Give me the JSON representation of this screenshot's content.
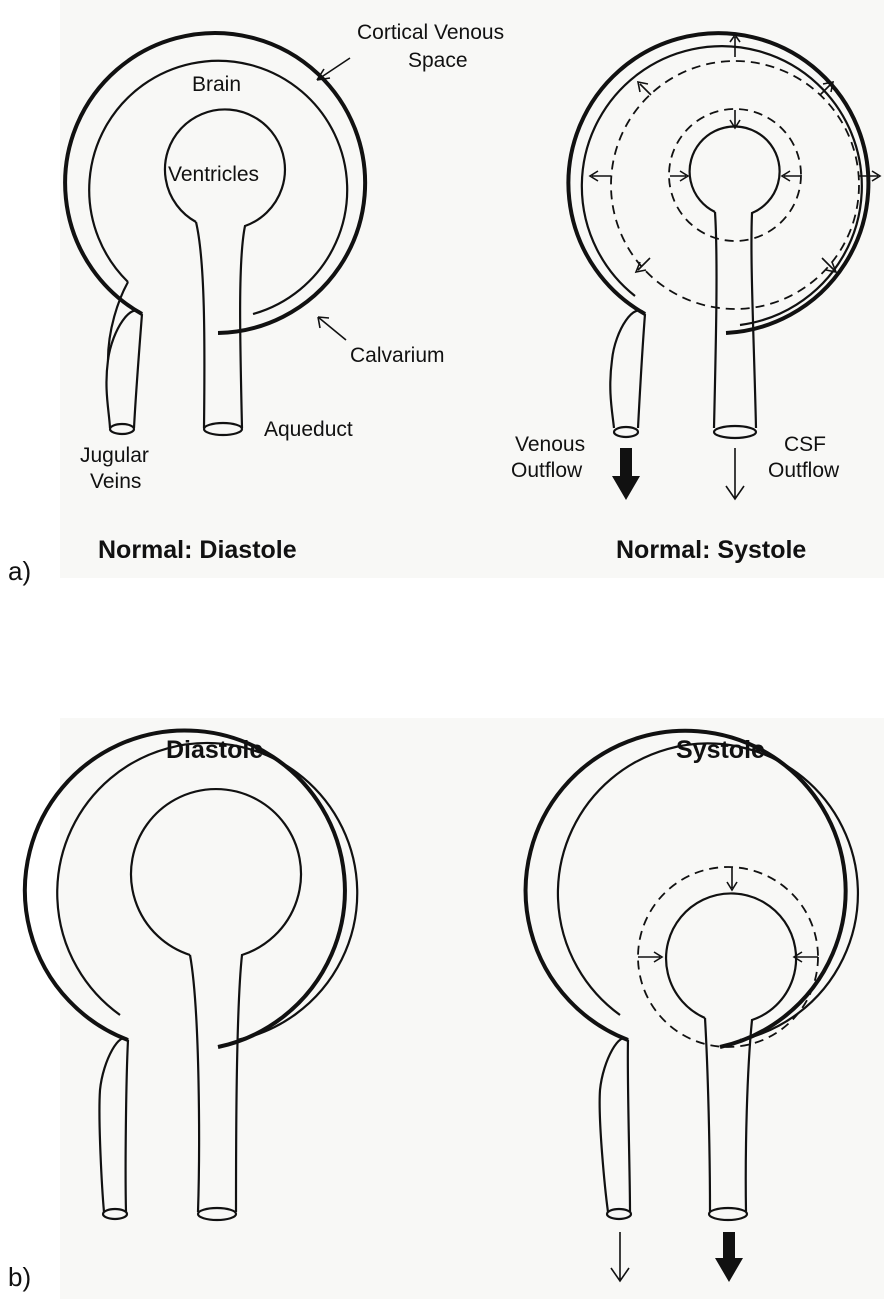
{
  "panel_a": {
    "letter": "a)",
    "left_title": "Normal: Diastole",
    "right_title": "Normal: Systole",
    "labels": {
      "cortical_venous_space_1": "Cortical Venous",
      "cortical_venous_space_2": "Space",
      "brain": "Brain",
      "ventricles": "Ventricles",
      "calvarium": "Calvarium",
      "aqueduct": "Aqueduct",
      "jugular_1": "Jugular",
      "jugular_2": "Veins",
      "venous_outflow_1": "Venous",
      "venous_outflow_2": "Outflow",
      "csf_outflow_1": "CSF",
      "csf_outflow_2": "Outflow"
    }
  },
  "panel_b": {
    "letter": "b)",
    "left_title": "Diastole",
    "right_title": "Systole"
  }
}
